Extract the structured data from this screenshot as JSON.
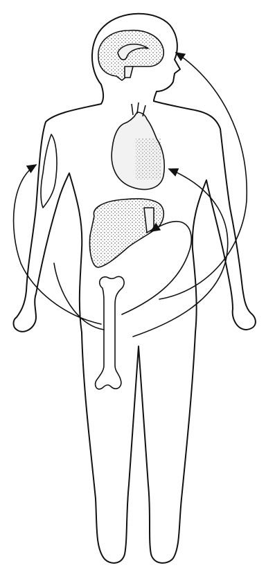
{
  "diagram": {
    "labels": [],
    "colors": {
      "line": "#111111",
      "organ_fill": "#f2f2f2",
      "stipple": "#444444",
      "background": "#ffffff"
    },
    "parts": [
      "body-outline",
      "brain",
      "heart",
      "liver",
      "bone",
      "arm-muscle",
      "circulation-arrows"
    ]
  }
}
